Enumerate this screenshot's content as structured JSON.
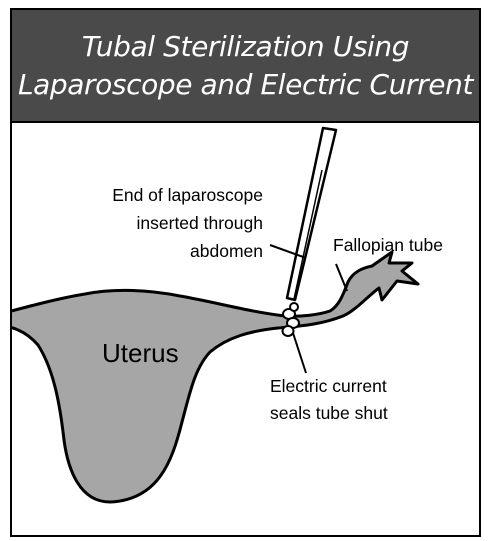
{
  "title": {
    "line1": "Tubal Sterilization Using",
    "line2": "Laparoscope and Electric Current"
  },
  "labels": {
    "uterus": "Uterus",
    "laparoscope": [
      "End of laparoscope",
      "inserted through",
      "abdomen"
    ],
    "fallopian_tube": "Fallopian tube",
    "electric_current": [
      "Electric current",
      "seals tube shut"
    ]
  },
  "colors": {
    "title_background": "#4a4a4a",
    "uterus_fill": "#a6a6a6",
    "outline": "#000000"
  }
}
